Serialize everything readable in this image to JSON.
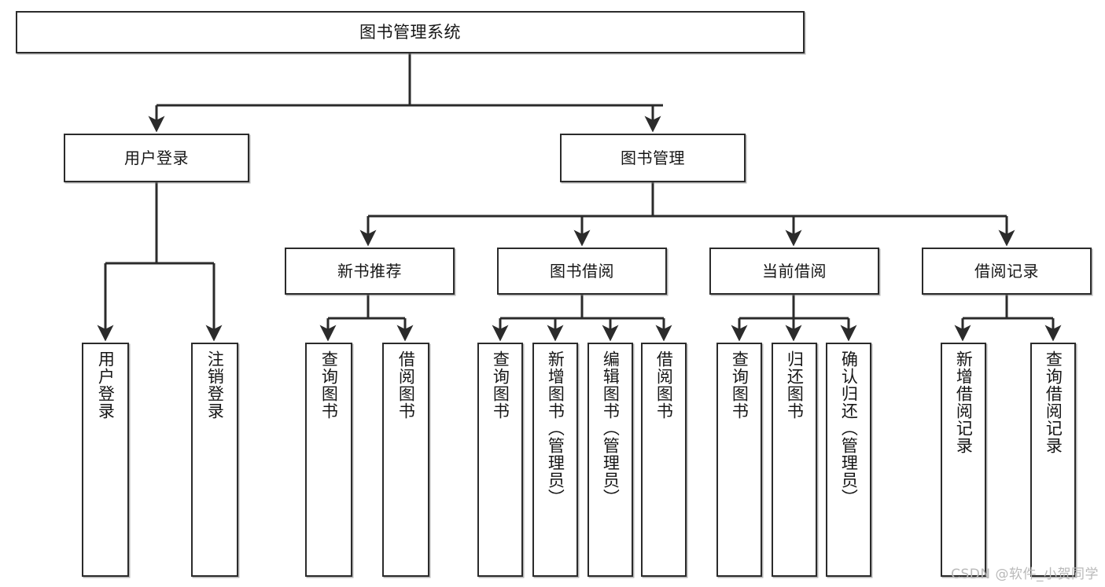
{
  "diagram": {
    "title": "图书管理系统",
    "type": "tree-hierarchy",
    "root": {
      "label": "图书管理系统"
    },
    "level1": [
      {
        "label": "用户登录"
      },
      {
        "label": "图书管理"
      }
    ],
    "level2": [
      {
        "label": "新书推荐"
      },
      {
        "label": "图书借阅"
      },
      {
        "label": "当前借阅"
      },
      {
        "label": "借阅记录"
      }
    ],
    "leaves": [
      {
        "label": "用户登录"
      },
      {
        "label": "注销登录"
      },
      {
        "label": "查询图书"
      },
      {
        "label": "借阅图书"
      },
      {
        "label": "查询图书"
      },
      {
        "label": "新增图书（管理员）"
      },
      {
        "label": "编辑图书（管理员）"
      },
      {
        "label": "借阅图书"
      },
      {
        "label": "查询图书"
      },
      {
        "label": "归还图书"
      },
      {
        "label": "确认归还（管理员）"
      },
      {
        "label": "新增借阅记录"
      },
      {
        "label": "查询借阅记录"
      }
    ],
    "colors": {
      "stroke": "#2b2b2b",
      "fill": "#ffffff",
      "text": "#161616",
      "watermark": "#b9b9b9"
    }
  },
  "watermark": {
    "text": "CSDN @软件_小贺同学"
  }
}
